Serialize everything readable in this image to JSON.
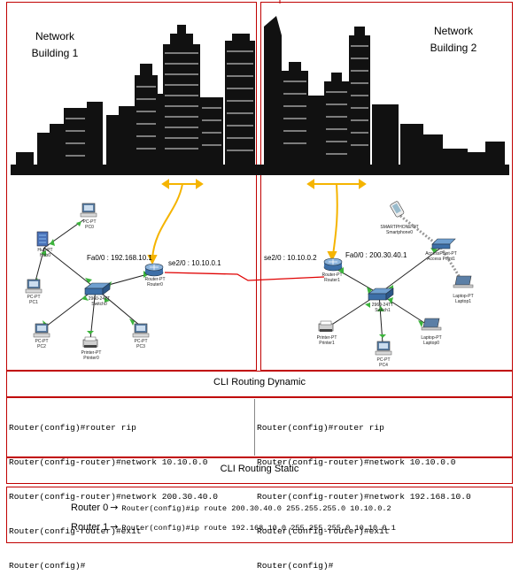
{
  "buildings": {
    "left": {
      "line1": "Network",
      "line2": "Building 1"
    },
    "right": {
      "line1": "Network",
      "line2": "Building 2"
    }
  },
  "devices": {
    "pc0": [
      "PC-PT",
      "PC0"
    ],
    "hub0": [
      "Hub-PT",
      "Hub0"
    ],
    "pc1": [
      "PC-PT",
      "PC1"
    ],
    "switch0": [
      "2960-24TT",
      "Switch0"
    ],
    "router0": [
      "Router-PT",
      "Router0"
    ],
    "pc2": [
      "PC-PT",
      "PC2"
    ],
    "printer0": [
      "Printer-PT",
      "Printer0"
    ],
    "pc3": [
      "PC-PT",
      "PC3"
    ],
    "smartphone0": [
      "SMARTPHONE-PT",
      "Smartphone0"
    ],
    "ap1": [
      "AccessPoint-PT",
      "Access Point1"
    ],
    "router1": [
      "Router-PT",
      "Router1"
    ],
    "switch1": [
      "2960-24TT",
      "Switch1"
    ],
    "laptop1": [
      "Laptop-PT",
      "Laptop1"
    ],
    "printer1": [
      "Printer-PT",
      "Printer1"
    ],
    "pc4": [
      "PC-PT",
      "PC4"
    ],
    "laptop0": [
      "Laptop-PT",
      "Laptop0"
    ]
  },
  "interfaces": {
    "r0_fa": "Fa0/0 : 192.168.10.1",
    "r0_se": "se2/0 : 10.10.0.1",
    "r1_se": "se2/0 : 10.10.0.2",
    "r1_fa": "Fa0/0 : 200.30.40.1"
  },
  "dynamic": {
    "title": "CLI Routing Dynamic",
    "left": [
      "Router(config)#router rip",
      "Router(config-router)#network 10.10.0.0",
      "Router(config-router)#network 200.30.40.0",
      "Router(config-router)#exit",
      "Router(config)#"
    ],
    "right": [
      "Router(config)#router rip",
      "Router(config-router)#network 10.10.0.0",
      "Router(config-router)#network 192.168.10.0",
      "Router(config-router)#exit",
      "Router(config)#"
    ]
  },
  "static": {
    "title": "CLI Routing Static",
    "rows": [
      {
        "label": "Router 0",
        "cmd": "Router(config)#ip route 200.30.40.0 255.255.255.0 10.10.0.2"
      },
      {
        "label": "Router 1",
        "cmd": "Router(config)#ip route 192.168.10.0 255.255.255.0 10.10.0.1"
      }
    ]
  },
  "colors": {
    "border": "#c00000",
    "link_arrow": "#f5b400",
    "serial_link": "#e00000",
    "device_link": "#000000",
    "link_light": "#3cb43c"
  }
}
